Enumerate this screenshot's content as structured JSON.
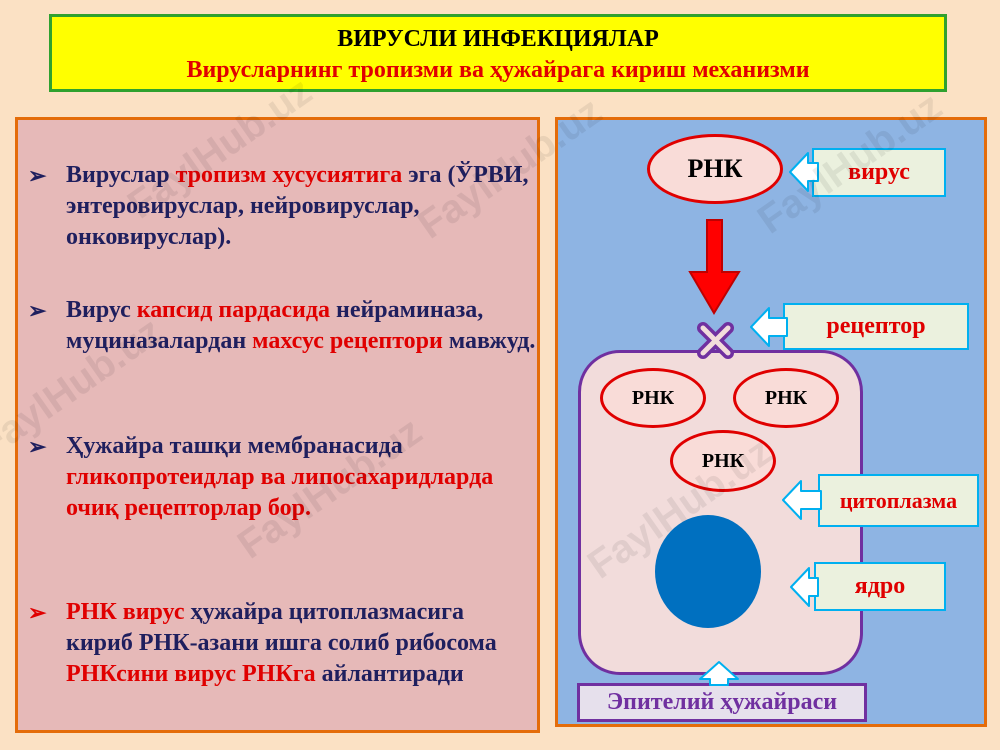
{
  "title": {
    "main": "ВИРУСЛИ ИНФЕКЦИЯЛАР",
    "sub": "Вирусларнинг тропизми ва ҳужайрага кириш механизми"
  },
  "bullets": [
    {
      "parts": [
        {
          "text": "Вируслар ",
          "red": false
        },
        {
          "text": "тропизм хусусиятига",
          "red": true
        },
        {
          "text": " эга (ЎРВИ, энтеровируслар, нейровируслар, онковируслар).",
          "red": false
        }
      ]
    },
    {
      "parts": [
        {
          "text": "Вирус ",
          "red": false
        },
        {
          "text": "капсид пардасида",
          "red": true
        },
        {
          "text": " нейраминаза, муциназалардан ",
          "red": false
        },
        {
          "text": "махсус рецептори",
          "red": true
        },
        {
          "text": " мавжуд.",
          "red": false
        }
      ]
    },
    {
      "parts": [
        {
          "text": "Ҳужайра ташқи мембранасида ",
          "red": false
        },
        {
          "text": "гликопротеидлар ва липосахаридларда очиқ рецепторлар бор.",
          "red": true
        }
      ]
    },
    {
      "parts": [
        {
          "text": "РНК вирус",
          "red": true
        },
        {
          "text": " ҳужайра цитоплазмасига кириб РНК-азани ишга солиб рибосома ",
          "red": false
        },
        {
          "text": "РНКсини вирус РНКга",
          "red": true
        },
        {
          "text": " айлантиради",
          "red": false
        }
      ]
    }
  ],
  "diagram": {
    "virus_rna": "РНК",
    "cell_rna": [
      "РНК",
      "РНК",
      "РНК"
    ],
    "labels": {
      "virus": "вирус",
      "receptor": "рецептор",
      "cytoplasm": "цитоплазма",
      "nucleus": "ядро",
      "epithelial": "Эпителий ҳужайраси"
    }
  },
  "watermark": "FaylHub.uz",
  "colors": {
    "title_bg": "#ffff00",
    "title_border": "#2fa12f",
    "accent_red": "#e00000",
    "left_panel_bg": "#e6b9b8",
    "right_panel_bg": "#8eb4e3",
    "panel_border": "#e46c0a",
    "cell_border": "#7030a0",
    "nucleus": "#0070c0",
    "label_border": "#00b0f0"
  }
}
